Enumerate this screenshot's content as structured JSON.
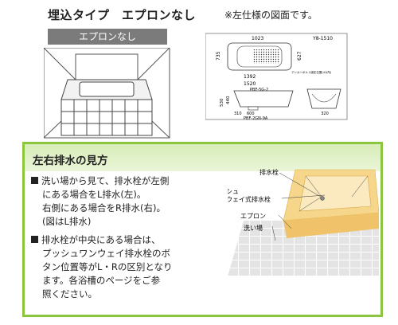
{
  "header": {
    "title": "埋込タイプ　エプロンなし",
    "badge": "エプロンなし",
    "note": "※左仕様の図面です。"
  },
  "drawing": {
    "code": "Y8-1510",
    "dims": {
      "d1023": "1023",
      "d735": "735",
      "d627": "627",
      "d1392": "1392",
      "d1520": "1520",
      "d530": "530",
      "d440": "440",
      "d310": "310",
      "d600": "600",
      "d320": "320"
    },
    "labels": {
      "anchor": "アンカーボルト固定位置(4カ所)",
      "pbf1": "PBF-5G-2",
      "pbf2": "PBF-2GN-9A"
    }
  },
  "panel": {
    "title": "左右排水の見方",
    "bullet1": {
      "lines": [
        "洗い場から見て、排水栓が左側",
        "にある場合をL排水(左)。",
        "右側にある場合をR排水(右)。",
        "(図はL排水)"
      ]
    },
    "bullet2": {
      "lines": [
        "排水栓が中央にある場合は、",
        "プッシュワンウェイ排水栓のボ",
        "タン位置等がL・Rの区別となり",
        "ます。各浴槽のページをご参",
        "照ください。"
      ]
    },
    "diagram_labels": {
      "drain": "排水栓",
      "push1": "プッシュ",
      "push2": "ワンウェイ式排水栓",
      "apron": "エプロン",
      "floor": "洗い場"
    }
  }
}
